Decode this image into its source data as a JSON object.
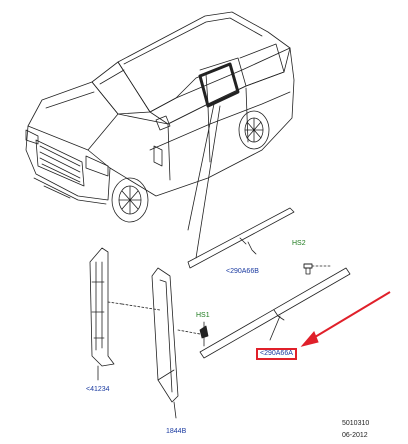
{
  "labels": {
    "upper_molding": "<290A66B",
    "lower_molding": "<290A66A",
    "hs2": "HS2",
    "hs1": "HS1",
    "left_part": "<41234",
    "center_part": "1844B"
  },
  "reference": {
    "code": "5010310",
    "date": "06-2012"
  },
  "colors": {
    "part_number": "#1a3aa0",
    "fastener": "#1d7a1d",
    "highlight": "#e0202a",
    "line": "#222222"
  },
  "icons": [
    "car-illustration",
    "screw-icon",
    "arrow-icon"
  ]
}
